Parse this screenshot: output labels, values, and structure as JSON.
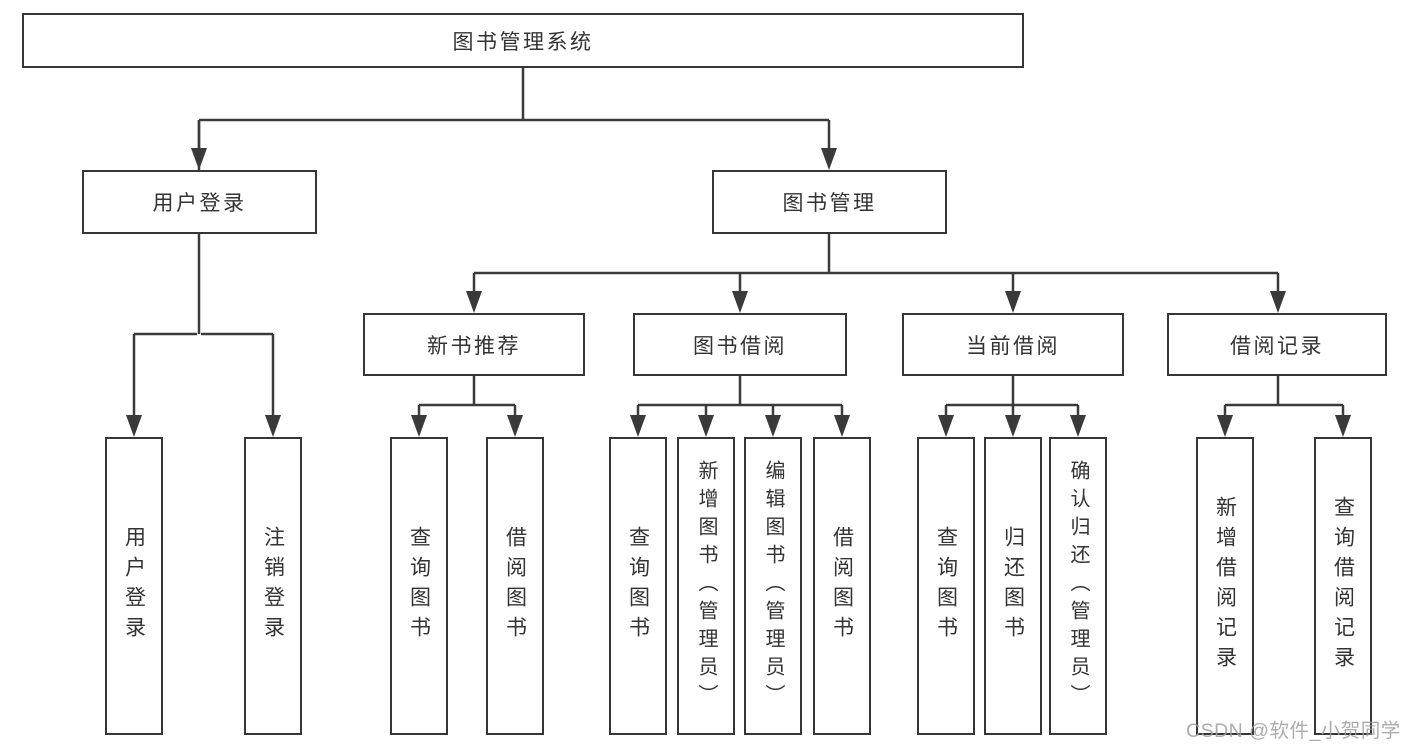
{
  "tree": {
    "root": {
      "label": "图书管理系统"
    },
    "branches": [
      {
        "label": "用户登录",
        "children": [
          {
            "label": "用户登录"
          },
          {
            "label": "注销登录"
          }
        ]
      },
      {
        "label": "图书管理",
        "children": [
          {
            "label": "新书推荐",
            "children": [
              {
                "label": "查询图书"
              },
              {
                "label": "借阅图书"
              }
            ]
          },
          {
            "label": "图书借阅",
            "children": [
              {
                "label": "查询图书"
              },
              {
                "label": "新增图书（管理员）"
              },
              {
                "label": "编辑图书（管理员）"
              },
              {
                "label": "借阅图书"
              }
            ]
          },
          {
            "label": "当前借阅",
            "children": [
              {
                "label": "查询图书"
              },
              {
                "label": "归还图书"
              },
              {
                "label": "确认归还（管理员）"
              }
            ]
          },
          {
            "label": "借阅记录",
            "children": [
              {
                "label": "新增借阅记录"
              },
              {
                "label": "查询借阅记录"
              }
            ]
          }
        ]
      }
    ]
  },
  "watermark": {
    "text": "CSDN @软件_小贺同学"
  },
  "colors": {
    "line": "#3a3a3a",
    "border": "#363636",
    "text": "#333333",
    "background": "#ffffff",
    "watermark": "#9e9e9e"
  }
}
